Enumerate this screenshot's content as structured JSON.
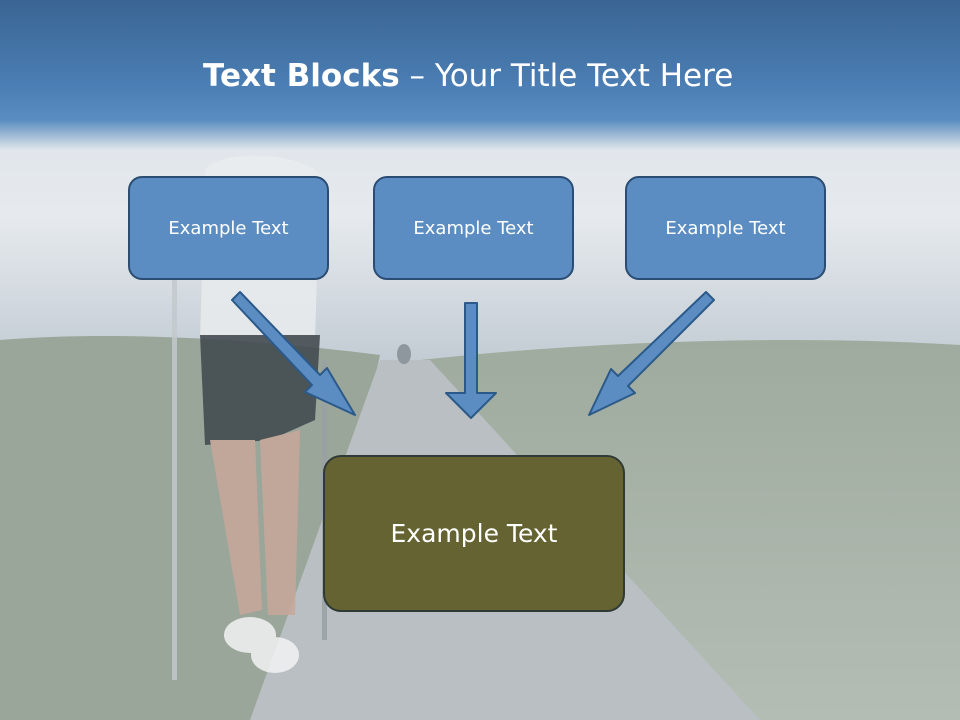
{
  "slide": {
    "title_bold": "Text Blocks",
    "title_dash": " – ",
    "title_rest": "Your Title Text Here"
  },
  "boxes": [
    {
      "text": "Example Text"
    },
    {
      "text": "Example Text"
    },
    {
      "text": "Example Text"
    }
  ],
  "result_box": {
    "text": "Example Text"
  },
  "colors": {
    "box_fill": "#5b8dc2",
    "box_border": "#2b4d73",
    "result_fill": "#646331",
    "arrow_fill": "#5b8dc2"
  }
}
